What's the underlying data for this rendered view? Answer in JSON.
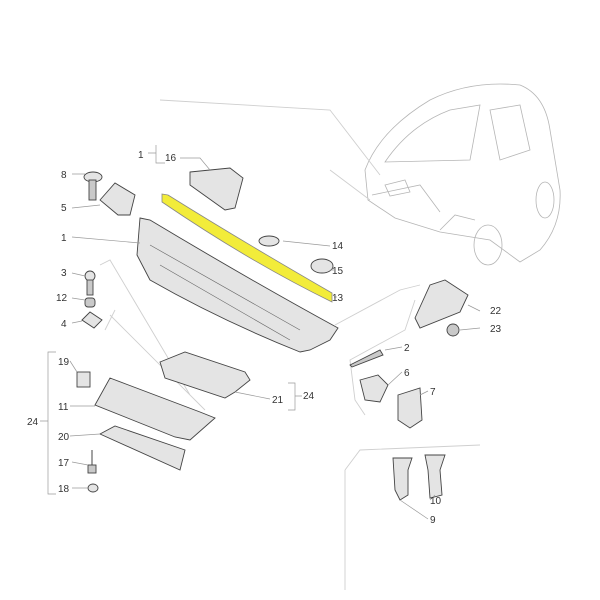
{
  "title": "Cowl panel / windscreen scuttle exploded parts diagram",
  "highlight_color": "#f2ec3a",
  "callouts": [
    "1",
    "16",
    "8",
    "5",
    "1",
    "14",
    "15",
    "13",
    "3",
    "12",
    "4",
    "22",
    "23",
    "2",
    "6",
    "7",
    "19",
    "11",
    "24",
    "20",
    "17",
    "18",
    "21",
    "24",
    "10",
    "9"
  ]
}
